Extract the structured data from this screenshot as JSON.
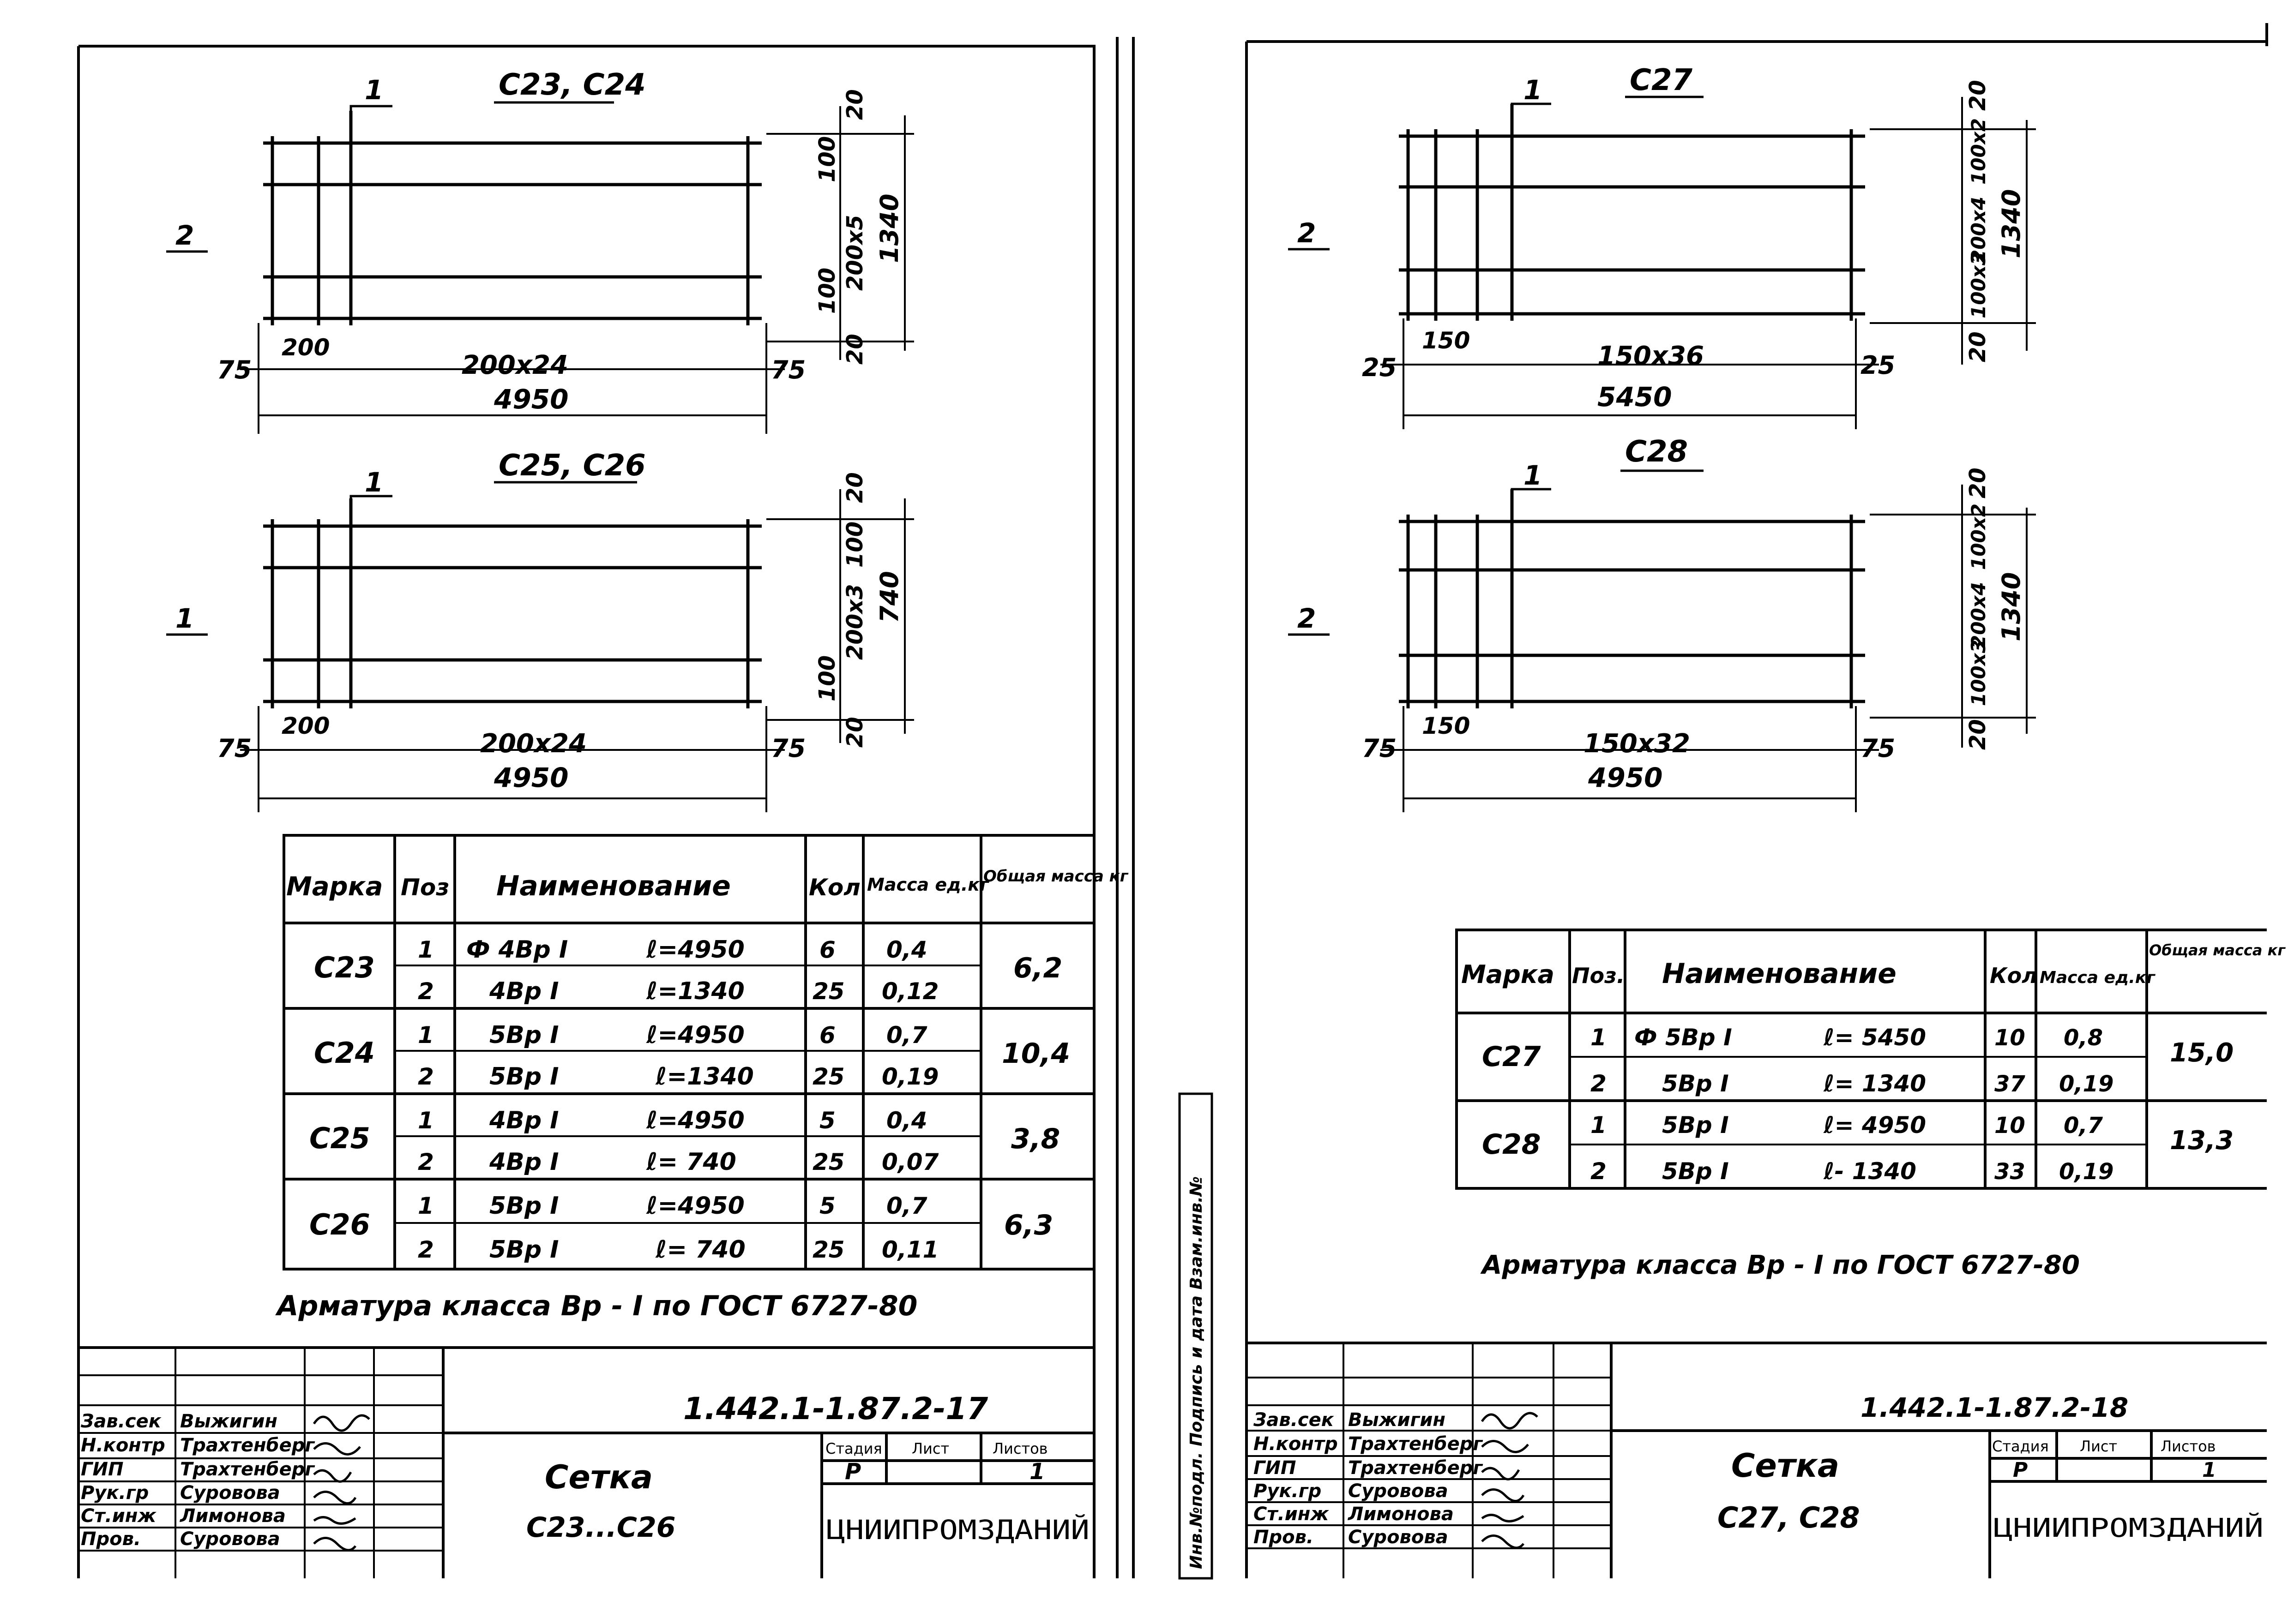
{
  "left_sheet": {
    "drawing1": {
      "title": "C23, C24",
      "pos_label_1": "1",
      "pos_label_2": "2",
      "dim_200": "200",
      "dim_75_left": "75",
      "dim_main": "200x24",
      "dim_75_right": "75",
      "dim_total": "4950",
      "dim_v_top": "20",
      "dim_v_100_top": "100",
      "dim_v_mid": "200x5",
      "dim_v_100_bot": "100",
      "dim_v_bot": "20",
      "dim_v_total": "1340"
    },
    "drawing2": {
      "title": "C25, C26",
      "pos_label_1": "1",
      "pos_label_2": "1",
      "dim_200": "200",
      "dim_75_left": "75",
      "dim_main": "200x24",
      "dim_75_right": "75",
      "dim_total": "4950",
      "dim_v_top": "20",
      "dim_v_100_top": "100",
      "dim_v_mid": "200x3",
      "dim_v_100_bot": "100",
      "dim_v_bot": "20",
      "dim_v_total": "740"
    },
    "table": {
      "headers": [
        "Марка",
        "Поз",
        "Наименование",
        "Кол",
        "Масса ед.кг",
        "Общая масса кг"
      ],
      "groups": [
        {
          "mark": "С23",
          "total": "6,2",
          "rows": [
            {
              "pos": "1",
              "name": "Ф 4Вр I",
              "len": "ℓ=4950",
              "qty": "6",
              "mass": "0,4"
            },
            {
              "pos": "2",
              "name": "4Вр I",
              "len": "ℓ=1340",
              "qty": "25",
              "mass": "0,12"
            }
          ]
        },
        {
          "mark": "С24",
          "total": "10,4",
          "rows": [
            {
              "pos": "1",
              "name": "5Вр I",
              "len": "ℓ=4950",
              "qty": "6",
              "mass": "0,7"
            },
            {
              "pos": "2",
              "name": "5Вр I",
              "len": "ℓ=1340",
              "qty": "25",
              "mass": "0,19"
            }
          ]
        },
        {
          "mark": "С25",
          "total": "3,8",
          "rows": [
            {
              "pos": "1",
              "name": "4Вр I",
              "len": "ℓ=4950",
              "qty": "5",
              "mass": "0,4"
            },
            {
              "pos": "2",
              "name": "4Вр I",
              "len": "ℓ= 740",
              "qty": "25",
              "mass": "0,07"
            }
          ]
        },
        {
          "mark": "С26",
          "total": "6,3",
          "rows": [
            {
              "pos": "1",
              "name": "5Вр I",
              "len": "ℓ=4950",
              "qty": "5",
              "mass": "0,7"
            },
            {
              "pos": "2",
              "name": "5Вр I",
              "len": "ℓ= 740",
              "qty": "25",
              "mass": "0,11"
            }
          ]
        }
      ]
    },
    "note": "Арматура класса Вр - I по ГОСТ 6727-80",
    "stamp": {
      "code": "1.442.1-1.87.2-17",
      "title_line1": "Сетка",
      "title_line2": "С23...С26",
      "stage_label": "Стадия",
      "sheet_label": "Лист",
      "sheets_label": "Листов",
      "stage_value": "Р",
      "sheets_value": "1",
      "org": "ЦНИИПРОМЗДАНИЙ",
      "roles": [
        "Зав.сек",
        "Н.контр",
        "ГИП",
        "Рук.гр",
        "Ст.инж",
        "Пров."
      ],
      "names": [
        "Выжигин",
        "Трахтенберг",
        "Трахтенберг",
        "Суровова",
        "Лимонова",
        "Суровова"
      ]
    }
  },
  "right_sheet": {
    "drawing1": {
      "title": "C27",
      "pos_label_1": "1",
      "pos_label_2": "2",
      "dim_150": "150",
      "dim_25_left": "25",
      "dim_main": "150x36",
      "dim_25_right": "25",
      "dim_total": "5450",
      "dim_v_top": "20",
      "dim_v_100_top": "100x2",
      "dim_v_mid": "200x4",
      "dim_v_100_bot": "100x3",
      "dim_v_bot": "20",
      "dim_v_total": "1340"
    },
    "drawing2": {
      "title": "C28",
      "pos_label_1": "1",
      "pos_label_2": "2",
      "dim_150": "150",
      "dim_75_left": "75",
      "dim_main": "150x32",
      "dim_75_right": "75",
      "dim_total": "4950",
      "dim_v_top": "20",
      "dim_v_100_top": "100x2",
      "dim_v_mid": "200x4",
      "dim_v_100_bot": "100x3",
      "dim_v_bot": "20",
      "dim_v_total": "1340"
    },
    "table": {
      "headers": [
        "Марка",
        "Поз.",
        "Наименование",
        "Кол",
        "Масса ед.кг",
        "Общая масса кг"
      ],
      "groups": [
        {
          "mark": "С27",
          "total": "15,0",
          "rows": [
            {
              "pos": "1",
              "name": "Ф 5Вр I",
              "len": "ℓ= 5450",
              "qty": "10",
              "mass": "0,8"
            },
            {
              "pos": "2",
              "name": "5Вр I",
              "len": "ℓ= 1340",
              "qty": "37",
              "mass": "0,19"
            }
          ]
        },
        {
          "mark": "С28",
          "total": "13,3",
          "rows": [
            {
              "pos": "1",
              "name": "5Вр I",
              "len": "ℓ= 4950",
              "qty": "10",
              "mass": "0,7"
            },
            {
              "pos": "2",
              "name": "5Вр I",
              "len": "ℓ- 1340",
              "qty": "33",
              "mass": "0,19"
            }
          ]
        }
      ]
    },
    "note": "Арматура класса Вр - I по ГОСТ 6727-80",
    "side_strip": "Инв.№подл. Подпись и дата Взам.инв.№",
    "stamp": {
      "code": "1.442.1-1.87.2-18",
      "title_line1": "Сетка",
      "title_line2": "С27, С28",
      "stage_label": "Стадия",
      "sheet_label": "Лист",
      "sheets_label": "Листов",
      "stage_value": "Р",
      "sheets_value": "1",
      "org": "ЦНИИПРОМЗДАНИЙ",
      "roles": [
        "Зав.сек",
        "Н.контр",
        "ГИП",
        "Рук.гр",
        "Ст.инж",
        "Пров."
      ],
      "names": [
        "Выжигин",
        "Трахтенберг",
        "Трахтенберг",
        "Суровова",
        "Лимонова",
        "Суровова"
      ]
    }
  }
}
